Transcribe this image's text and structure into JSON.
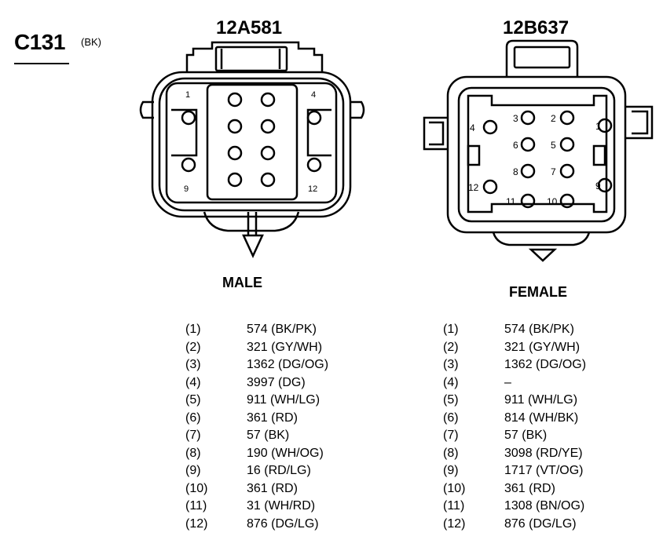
{
  "connector": {
    "id": "C131",
    "color": "(BK)"
  },
  "male": {
    "part_number": "12A581",
    "label": "MALE",
    "pins": [
      {
        "num": "(1)",
        "circuit": "574 (BK/PK)"
      },
      {
        "num": "(2)",
        "circuit": "321 (GY/WH)"
      },
      {
        "num": "(3)",
        "circuit": "1362 (DG/OG)"
      },
      {
        "num": "(4)",
        "circuit": "3997 (DG)"
      },
      {
        "num": "(5)",
        "circuit": "911 (WH/LG)"
      },
      {
        "num": "(6)",
        "circuit": "361 (RD)"
      },
      {
        "num": "(7)",
        "circuit": "57 (BK)"
      },
      {
        "num": "(8)",
        "circuit": "190 (WH/OG)"
      },
      {
        "num": "(9)",
        "circuit": "16 (RD/LG)"
      },
      {
        "num": "(10)",
        "circuit": "361 (RD)"
      },
      {
        "num": "(11)",
        "circuit": "31 (WH/RD)"
      },
      {
        "num": "(12)",
        "circuit": "876 (DG/LG)"
      }
    ],
    "cavity_labels": [
      "1",
      "4",
      "9",
      "12"
    ]
  },
  "female": {
    "part_number": "12B637",
    "label": "FEMALE",
    "pins": [
      {
        "num": "(1)",
        "circuit": "574 (BK/PK)"
      },
      {
        "num": "(2)",
        "circuit": "321 (GY/WH)"
      },
      {
        "num": "(3)",
        "circuit": "1362 (DG/OG)"
      },
      {
        "num": "(4)",
        "circuit": "–"
      },
      {
        "num": "(5)",
        "circuit": "911 (WH/LG)"
      },
      {
        "num": "(6)",
        "circuit": "814 (WH/BK)"
      },
      {
        "num": "(7)",
        "circuit": "57 (BK)"
      },
      {
        "num": "(8)",
        "circuit": "3098 (RD/YE)"
      },
      {
        "num": "(9)",
        "circuit": "1717 (VT/OG)"
      },
      {
        "num": "(10)",
        "circuit": "361 (RD)"
      },
      {
        "num": "(11)",
        "circuit": "1308 (BN/OG)"
      },
      {
        "num": "(12)",
        "circuit": "876 (DG/LG)"
      }
    ],
    "cavity_labels": [
      "1",
      "2",
      "3",
      "4",
      "5",
      "6",
      "7",
      "8",
      "9",
      "10",
      "11",
      "12"
    ]
  }
}
